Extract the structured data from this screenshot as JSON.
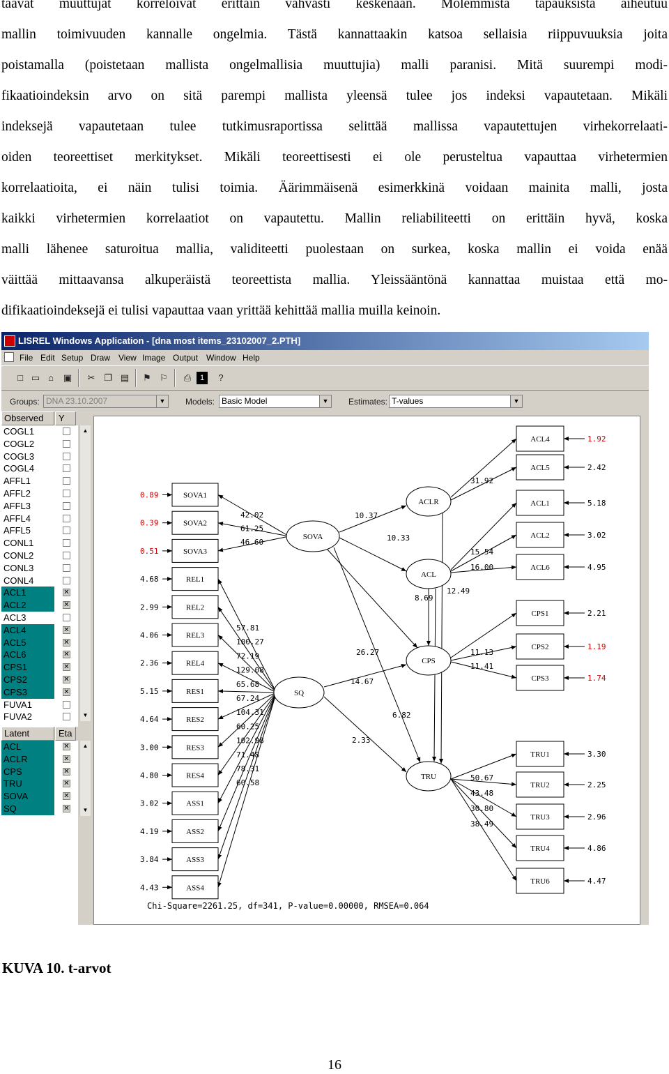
{
  "paragraph": [
    "taavat muuttujat korreloivat erittäin vahvasti keskenään. Molemmista tapauksista aiheutuu",
    "mallin toimivuuden kannalle ongelmia. Tästä kannattaakin katsoa sellaisia riippuvuuksia joita",
    "poistamalla (poistetaan mallista ongelmallisia muuttujia) malli paranisi. Mitä suurempi modi-",
    "fikaatioindeksin arvo on sitä parempi mallista yleensä tulee jos indeksi vapautetaan. Mikäli",
    "indeksejä vapautetaan tulee tutkimusraportissa selittää mallissa vapautettujen virhekorrelaati-",
    "oiden teoreettiset merkitykset. Mikäli teoreettisesti ei ole perusteltua vapauttaa virhetermien",
    "korrelaatioita, ei näin tulisi toimia. Äärimmäisenä esimerkkinä voidaan mainita malli, josta",
    "kaikki virhetermien korrelaatiot on vapautettu. Mallin reliabiliteetti on erittäin hyvä, koska",
    "malli lähenee saturoitua mallia, validiteetti puolestaan on surkea, koska mallin ei voida enää",
    "väittää mittaavansa alkuperäistä teoreettista mallia. Yleissääntönä kannattaa muistaa että mo-",
    "difikaatioindeksejä ei tulisi vapauttaa vaan yrittää kehittää mallia muilla keinoin."
  ],
  "window": {
    "title": "LISREL Windows Application - [dna most items_23102007_2.PTH]",
    "menu": [
      "File",
      "Edit",
      "Setup",
      "Draw",
      "View",
      "Image",
      "Output",
      "Window",
      "Help"
    ],
    "groups_label": "Groups:",
    "groups_value": "DNA 23.10.2007",
    "models_label": "Models:",
    "models_value": "Basic Model",
    "estimates_label": "Estimates:",
    "estimates_value": "T-values"
  },
  "observed_panel": {
    "header": "Observed",
    "header2": "Y",
    "items": [
      {
        "name": "COGL1",
        "selected": false
      },
      {
        "name": "COGL2",
        "selected": false
      },
      {
        "name": "COGL3",
        "selected": false
      },
      {
        "name": "COGL4",
        "selected": false
      },
      {
        "name": "AFFL1",
        "selected": false
      },
      {
        "name": "AFFL2",
        "selected": false
      },
      {
        "name": "AFFL3",
        "selected": false
      },
      {
        "name": "AFFL4",
        "selected": false
      },
      {
        "name": "AFFL5",
        "selected": false
      },
      {
        "name": "CONL1",
        "selected": false
      },
      {
        "name": "CONL2",
        "selected": false
      },
      {
        "name": "CONL3",
        "selected": false
      },
      {
        "name": "CONL4",
        "selected": false
      },
      {
        "name": "ACL1",
        "selected": true
      },
      {
        "name": "ACL2",
        "selected": true
      },
      {
        "name": "ACL3",
        "selected": false
      },
      {
        "name": "ACL4",
        "selected": true
      },
      {
        "name": "ACL5",
        "selected": true
      },
      {
        "name": "ACL6",
        "selected": true
      },
      {
        "name": "CPS1",
        "selected": true
      },
      {
        "name": "CPS2",
        "selected": true
      },
      {
        "name": "CPS3",
        "selected": true
      },
      {
        "name": "FUVA1",
        "selected": false
      },
      {
        "name": "FUVA2",
        "selected": false
      }
    ]
  },
  "latent_panel": {
    "header": "Latent",
    "header2": "Eta",
    "items": [
      {
        "name": "ACL",
        "selected": true
      },
      {
        "name": "ACLR",
        "selected": true
      },
      {
        "name": "CPS",
        "selected": true
      },
      {
        "name": "TRU",
        "selected": true
      },
      {
        "name": "SOVA",
        "selected": true
      },
      {
        "name": "SQ",
        "selected": true
      }
    ]
  },
  "diagram": {
    "left_indicators": [
      {
        "name": "SOVA1",
        "err": "0.89",
        "err_color": "#d00000"
      },
      {
        "name": "SOVA2",
        "err": "0.39",
        "err_color": "#d00000"
      },
      {
        "name": "SOVA3",
        "err": "0.51",
        "err_color": "#d00000"
      },
      {
        "name": "REL1",
        "err": "4.68",
        "err_color": "#000000"
      },
      {
        "name": "REL2",
        "err": "2.99",
        "err_color": "#000000"
      },
      {
        "name": "REL3",
        "err": "4.06",
        "err_color": "#000000"
      },
      {
        "name": "REL4",
        "err": "2.36",
        "err_color": "#000000"
      },
      {
        "name": "RES1",
        "err": "5.15",
        "err_color": "#000000"
      },
      {
        "name": "RES2",
        "err": "4.64",
        "err_color": "#000000"
      },
      {
        "name": "RES3",
        "err": "3.00",
        "err_color": "#000000"
      },
      {
        "name": "RES4",
        "err": "4.80",
        "err_color": "#000000"
      },
      {
        "name": "ASS1",
        "err": "3.02",
        "err_color": "#000000"
      },
      {
        "name": "ASS2",
        "err": "4.19",
        "err_color": "#000000"
      },
      {
        "name": "ASS3",
        "err": "3.84",
        "err_color": "#000000"
      },
      {
        "name": "ASS4",
        "err": "4.43",
        "err_color": "#000000"
      }
    ],
    "right_indicators": [
      {
        "name": "ACL4",
        "err": "1.92",
        "err_color": "#d00000"
      },
      {
        "name": "ACL5",
        "err": "2.42",
        "err_color": "#000000"
      },
      {
        "name": "ACL1",
        "err": "5.18",
        "err_color": "#000000"
      },
      {
        "name": "ACL2",
        "err": "3.02",
        "err_color": "#000000"
      },
      {
        "name": "ACL6",
        "err": "4.95",
        "err_color": "#000000"
      },
      {
        "name": "CPS1",
        "err": "2.21",
        "err_color": "#000000"
      },
      {
        "name": "CPS2",
        "err": "1.19",
        "err_color": "#d00000"
      },
      {
        "name": "CPS3",
        "err": "1.74",
        "err_color": "#d00000"
      },
      {
        "name": "TRU1",
        "err": "3.30",
        "err_color": "#000000"
      },
      {
        "name": "TRU2",
        "err": "2.25",
        "err_color": "#000000"
      },
      {
        "name": "TRU3",
        "err": "2.96",
        "err_color": "#000000"
      },
      {
        "name": "TRU4",
        "err": "4.86",
        "err_color": "#000000"
      },
      {
        "name": "TRU6",
        "err": "4.47",
        "err_color": "#000000"
      }
    ],
    "latents": {
      "SOVA": "SOVA",
      "SQ": "SQ",
      "ACLR": "ACLR",
      "ACL": "ACL",
      "CPS": "CPS",
      "TRU": "TRU"
    },
    "sova_loadings": [
      "42.02",
      "61.25",
      "46.60"
    ],
    "sq_loadings": [
      "57.81",
      "100.27",
      "72.19",
      "129.08",
      "65.68",
      "67.24",
      "104.31",
      "60.25",
      "102.98",
      "71.48",
      "78.31",
      "60.58"
    ],
    "path_values": {
      "sova_aclr": "10.37",
      "sova_acl": "10.33",
      "aclr_acl4": "31.92",
      "acl_acl2": "15.54",
      "acl_acl6": "16.00",
      "acl_cps": "8.69",
      "acl_tru": "12.49",
      "sova_cps": "26.27",
      "sq_cps": "14.67",
      "sq_tru_a": "6.82",
      "sq_tru_b": "2.33",
      "cps_cps2": "11.13",
      "cps_cps3": "11.41",
      "tru_l1": "50.67",
      "tru_l2": "43.48",
      "tru_l3": "30.80",
      "tru_l4": "38.49"
    },
    "fit": "Chi-Square=2261.25, df=341, P-value=0.00000, RMSEA=0.064"
  },
  "caption": "KUVA 10. t-arvot",
  "page_number": "16"
}
